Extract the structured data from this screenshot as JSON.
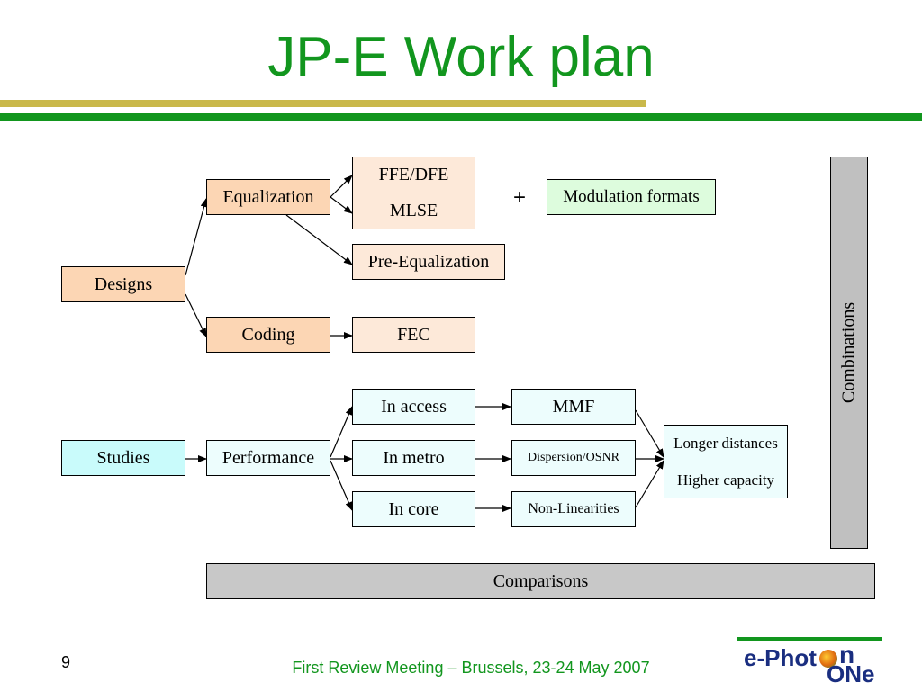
{
  "title": "JP-E Work plan",
  "colors": {
    "title_green": "#12961e",
    "bar_gold": "#c9b84a",
    "bar_green": "#12961e"
  },
  "boxes": {
    "designs": "Designs",
    "equalization": "Equalization",
    "coding": "Coding",
    "ffe_dfe": "FFE/DFE",
    "mlse": "MLSE",
    "pre_equalization": "Pre-Equalization",
    "fec": "FEC",
    "modulation_formats": "Modulation formats",
    "plus": "+",
    "studies": "Studies",
    "performance": "Performance",
    "in_access": "In access",
    "in_metro": "In metro",
    "in_core": "In core",
    "mmf": "MMF",
    "dispersion_osnr": "Dispersion/OSNR",
    "non_linearities": "Non-Linearities",
    "longer_distances": "Longer distances",
    "higher_capacity": "Higher capacity",
    "combinations": "Combinations",
    "comparisons": "Comparisons"
  },
  "footer": {
    "page_number": "9",
    "text": "First Review Meeting – Brussels, 23-24 May 2007",
    "logo_line1": "e-Phot",
    "logo_n": "n",
    "logo_line2": "ONe"
  }
}
